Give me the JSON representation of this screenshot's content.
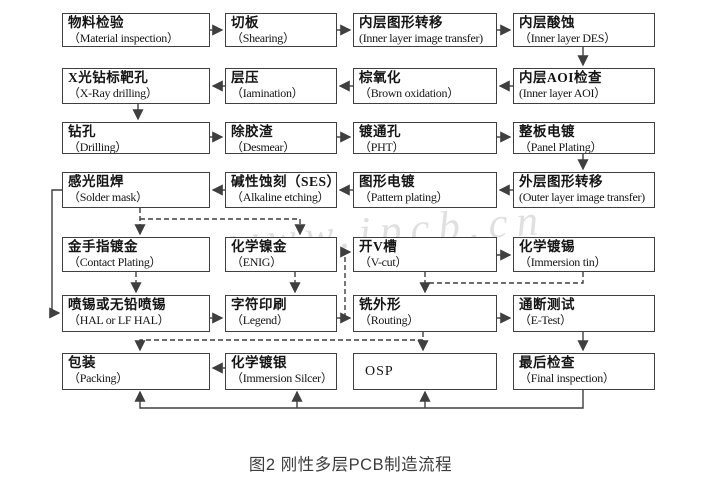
{
  "figure": {
    "caption": "图2 刚性多层PCB制造流程",
    "watermark": "www.ipcb.cn",
    "colors": {
      "line": "#3f3f3f",
      "box_border": "#3f3f3f",
      "text": "#141414",
      "watermark": "#c7c7c7",
      "caption": "#3c3c3c"
    }
  },
  "flowchart": {
    "nodes": [
      {
        "id": "material",
        "cn": "物料检验",
        "en": "（Material inspection）",
        "col": 0,
        "row": 0
      },
      {
        "id": "shearing",
        "cn": "切板",
        "en": "（Shearing）",
        "col": 1,
        "row": 0
      },
      {
        "id": "inner-transfer",
        "cn": "内层图形转移",
        "en": "(Inner layer image transfer)",
        "col": 2,
        "row": 0
      },
      {
        "id": "inner-des",
        "cn": "内层酸蚀",
        "en": "（Inner layer DES）",
        "col": 3,
        "row": 0
      },
      {
        "id": "xray",
        "cn": "X光钻标靶孔",
        "en": "（X-Ray drilling）",
        "col": 0,
        "row": 1
      },
      {
        "id": "lamination",
        "cn": "层压",
        "en": "（Iamination）",
        "col": 1,
        "row": 1
      },
      {
        "id": "brown-oxidation",
        "cn": "棕氧化",
        "en": "（Brown oxidation）",
        "col": 2,
        "row": 1
      },
      {
        "id": "inner-aoi",
        "cn": "内层AOI检查",
        "en": "(Inner layer AOI）",
        "col": 3,
        "row": 1
      },
      {
        "id": "drilling",
        "cn": "钻孔",
        "en": "（Drilling）",
        "col": 0,
        "row": 2
      },
      {
        "id": "desmear",
        "cn": "除胶渣",
        "en": "（Desmear）",
        "col": 1,
        "row": 2
      },
      {
        "id": "pht",
        "cn": "镀通孔",
        "en": "（PHT）",
        "col": 2,
        "row": 2
      },
      {
        "id": "panel-plating",
        "cn": "整板电镀",
        "en": "（Panel Plating）",
        "col": 3,
        "row": 2
      },
      {
        "id": "solder-mask",
        "cn": "感光阻焊",
        "en": "（Solder mask）",
        "col": 0,
        "row": 3
      },
      {
        "id": "alkaline",
        "cn": "碱性蚀刻（SES）",
        "en": "（Alkaline etching）",
        "col": 1,
        "row": 3
      },
      {
        "id": "pattern-plating",
        "cn": "图形电镀",
        "en": "（Pattern plating）",
        "col": 2,
        "row": 3
      },
      {
        "id": "outer-transfer",
        "cn": "外层图形转移",
        "en": "(Outer layer image transfer)",
        "col": 3,
        "row": 3
      },
      {
        "id": "contact-plating",
        "cn": "金手指镀金",
        "en": "（Contact Plating）",
        "col": 0,
        "row": 4
      },
      {
        "id": "enig",
        "cn": "化学镍金",
        "en": "（ENIG）",
        "col": 1,
        "row": 4
      },
      {
        "id": "v-cut",
        "cn": "开V槽",
        "en": "（V-cut）",
        "col": 2,
        "row": 4
      },
      {
        "id": "immersion-tin",
        "cn": "化学镀锡",
        "en": "（Immersion tin）",
        "col": 3,
        "row": 4
      },
      {
        "id": "hal",
        "cn": "喷锡或无铅喷锡",
        "en": "（HAL or LF HAL）",
        "col": 0,
        "row": 5
      },
      {
        "id": "legend",
        "cn": "字符印刷",
        "en": "（Legend）",
        "col": 1,
        "row": 5
      },
      {
        "id": "routing",
        "cn": "铣外形",
        "en": "（Routing）",
        "col": 2,
        "row": 5
      },
      {
        "id": "e-test",
        "cn": "通断测试",
        "en": "（E-Test）",
        "col": 3,
        "row": 5
      },
      {
        "id": "packing",
        "cn": "包装",
        "en": "（Packing）",
        "col": 0,
        "row": 6
      },
      {
        "id": "immersion-silver",
        "cn": "化学镀银",
        "en": "（Immersion Silcer）",
        "col": 1,
        "row": 6
      },
      {
        "id": "osp",
        "cn": "OSP",
        "en": "",
        "col": 2,
        "row": 6
      },
      {
        "id": "final-inspection",
        "cn": "最后检查",
        "en": "（Final inspection）",
        "col": 3,
        "row": 6
      }
    ],
    "edges": [
      {
        "from": "material",
        "to": "shearing",
        "style": "solid"
      },
      {
        "from": "shearing",
        "to": "inner-transfer",
        "style": "solid"
      },
      {
        "from": "inner-transfer",
        "to": "inner-des",
        "style": "solid"
      },
      {
        "from": "inner-des",
        "to": "inner-aoi",
        "style": "solid"
      },
      {
        "from": "inner-aoi",
        "to": "brown-oxidation",
        "style": "solid"
      },
      {
        "from": "brown-oxidation",
        "to": "lamination",
        "style": "solid"
      },
      {
        "from": "lamination",
        "to": "xray",
        "style": "solid"
      },
      {
        "from": "xray",
        "to": "drilling",
        "style": "solid"
      },
      {
        "from": "drilling",
        "to": "desmear",
        "style": "solid"
      },
      {
        "from": "desmear",
        "to": "pht",
        "style": "solid"
      },
      {
        "from": "pht",
        "to": "panel-plating",
        "style": "solid"
      },
      {
        "from": "panel-plating",
        "to": "outer-transfer",
        "style": "solid"
      },
      {
        "from": "outer-transfer",
        "to": "pattern-plating",
        "style": "solid"
      },
      {
        "from": "pattern-plating",
        "to": "alkaline",
        "style": "solid"
      },
      {
        "from": "alkaline",
        "to": "solder-mask",
        "style": "solid"
      },
      {
        "from": "solder-mask",
        "to": "hal",
        "style": "solid"
      },
      {
        "from": "hal",
        "to": "legend",
        "style": "solid"
      },
      {
        "from": "legend",
        "to": "routing",
        "style": "solid"
      },
      {
        "from": "routing",
        "to": "e-test",
        "style": "solid"
      },
      {
        "from": "e-test",
        "to": "final-inspection",
        "style": "solid"
      },
      {
        "from": "final-inspection",
        "to": "packing",
        "style": "solid"
      },
      {
        "from": "final-inspection",
        "to": "immersion-silver",
        "style": "solid"
      },
      {
        "from": "final-inspection",
        "to": "osp",
        "style": "solid"
      },
      {
        "from": "immersion-silver",
        "to": "packing",
        "style": "solid"
      },
      {
        "from": "solder-mask",
        "to": "contact-plating",
        "style": "dashed"
      },
      {
        "from": "solder-mask",
        "to": "enig",
        "style": "dashed"
      },
      {
        "from": "legend",
        "to": "v-cut",
        "style": "dashed"
      },
      {
        "from": "enig",
        "to": "legend",
        "style": "dashed"
      },
      {
        "from": "contact-plating",
        "to": "hal",
        "style": "dashed"
      },
      {
        "from": "v-cut",
        "to": "immersion-tin",
        "style": "dashed"
      },
      {
        "from": "immersion-tin",
        "to": "routing",
        "style": "dashed"
      },
      {
        "from": "v-cut",
        "to": "routing",
        "style": "dashed"
      },
      {
        "from": "routing",
        "to": "packing",
        "style": "dashed"
      },
      {
        "from": "routing",
        "to": "osp",
        "style": "dashed"
      }
    ]
  }
}
